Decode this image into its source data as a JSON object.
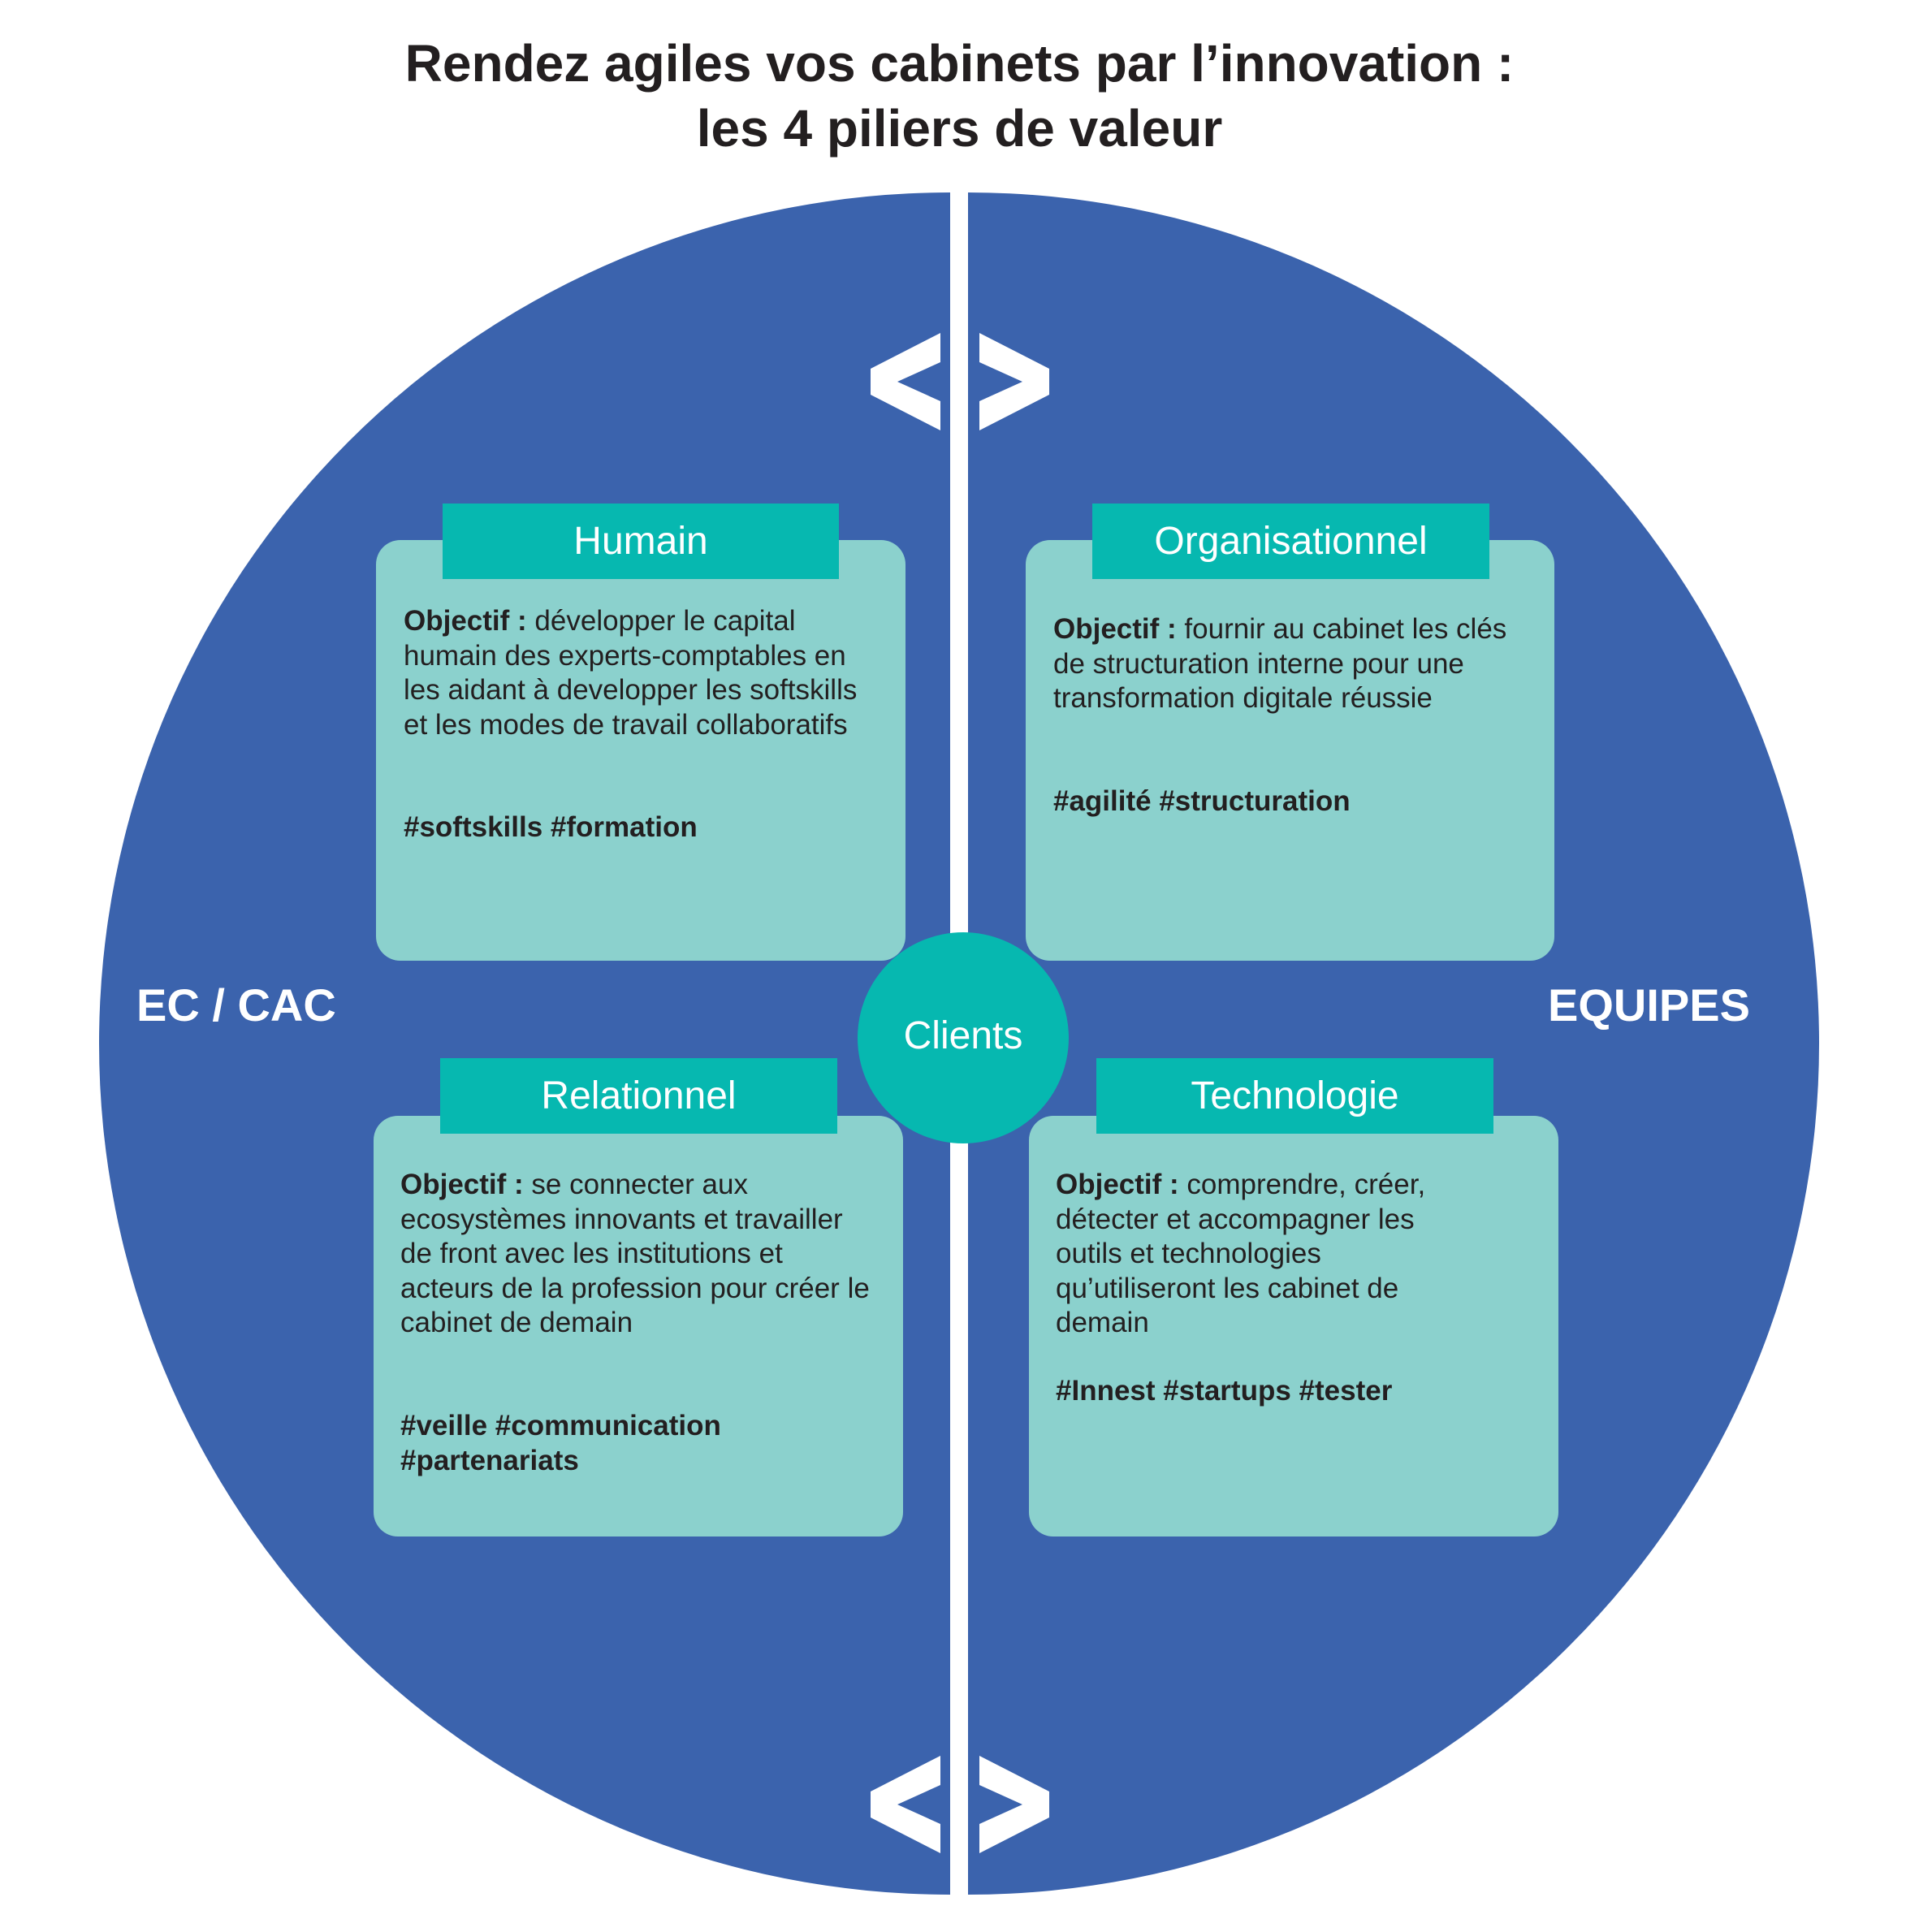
{
  "title": {
    "line1": "Rendez agiles vos cabinets par l’innovation :",
    "line2": "les 4 piliers de valeur"
  },
  "sides": {
    "left": "EC / CAC",
    "right": "EQUIPES"
  },
  "center": "Clients",
  "objective_label": "Objectif :",
  "pillars": [
    {
      "name": "Humain",
      "objective": "développer le capital humain des experts-comptables en les aidant à developper les softskills et les modes de travail collaboratifs",
      "tags": "#softskills #formation"
    },
    {
      "name": "Organisationnel",
      "objective": "fournir au cabinet les clés de structuration interne pour une transformation digitale réussie",
      "tags": "#agilité #structuration"
    },
    {
      "name": "Relationnel",
      "objective": "se connecter aux ecosystèmes innovants et travailler de front avec les institutions et acteurs de la profession pour créer le cabinet de demain",
      "tags": "#veille #communication #partenariats"
    },
    {
      "name": "Technologie",
      "objective": "comprendre, créer, détecter et accompagner les outils et technologies qu’utiliseront les cabinet de demain",
      "tags": "#Innest #startups #tester"
    }
  ],
  "colors": {
    "circle": "#3b63ad",
    "card": "#8bd1cd",
    "accent": "#06b8b0",
    "text": "#231f20",
    "white": "#ffffff"
  },
  "icons": {
    "top_arrows": "left-right-chevrons-icon",
    "bottom_arrows": "left-right-chevrons-icon"
  }
}
